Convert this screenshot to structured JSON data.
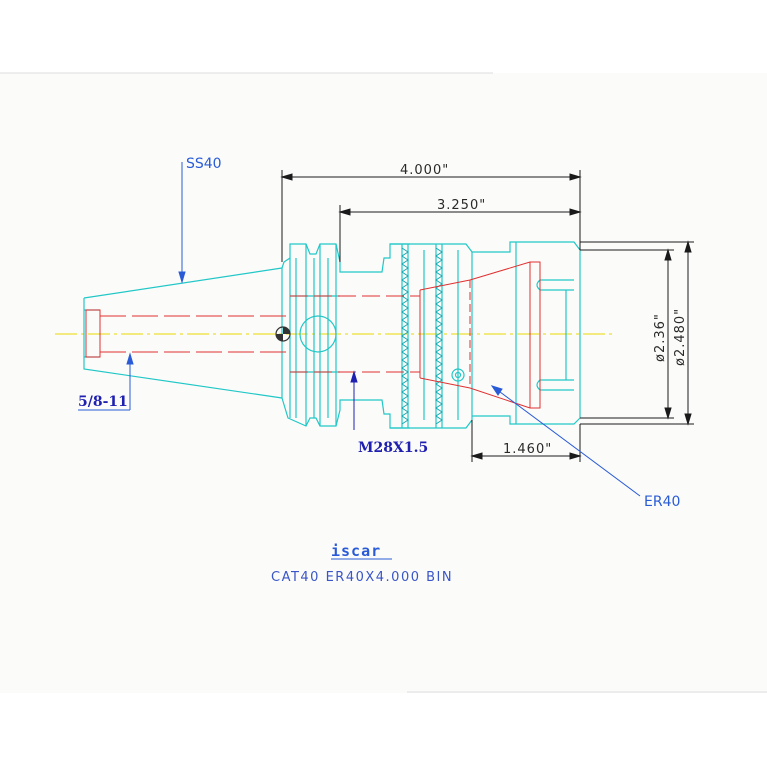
{
  "drawing": {
    "overall_length": "4.000\"",
    "gauge_length": "3.250\"",
    "nut_length": "1.460\"",
    "diameter_small": "ø2.36\"",
    "diameter_large": "ø2.480\"",
    "taper_label": "SS40",
    "collet_label": "ER40",
    "thread_pullstud": "5/8-11",
    "thread_clamp": "M28X1.5"
  },
  "brand": {
    "logo_text": "iscar"
  },
  "caption": "CAT40  ER40X4.000  BIN",
  "colors": {
    "outline": "#22c7c7",
    "hidden": "#e03030",
    "dim_line": "#1a1a1a",
    "center_line": "#e8d800",
    "label_blue": "#2a5bd7",
    "label_dark_blue": "#1f1fb0"
  }
}
